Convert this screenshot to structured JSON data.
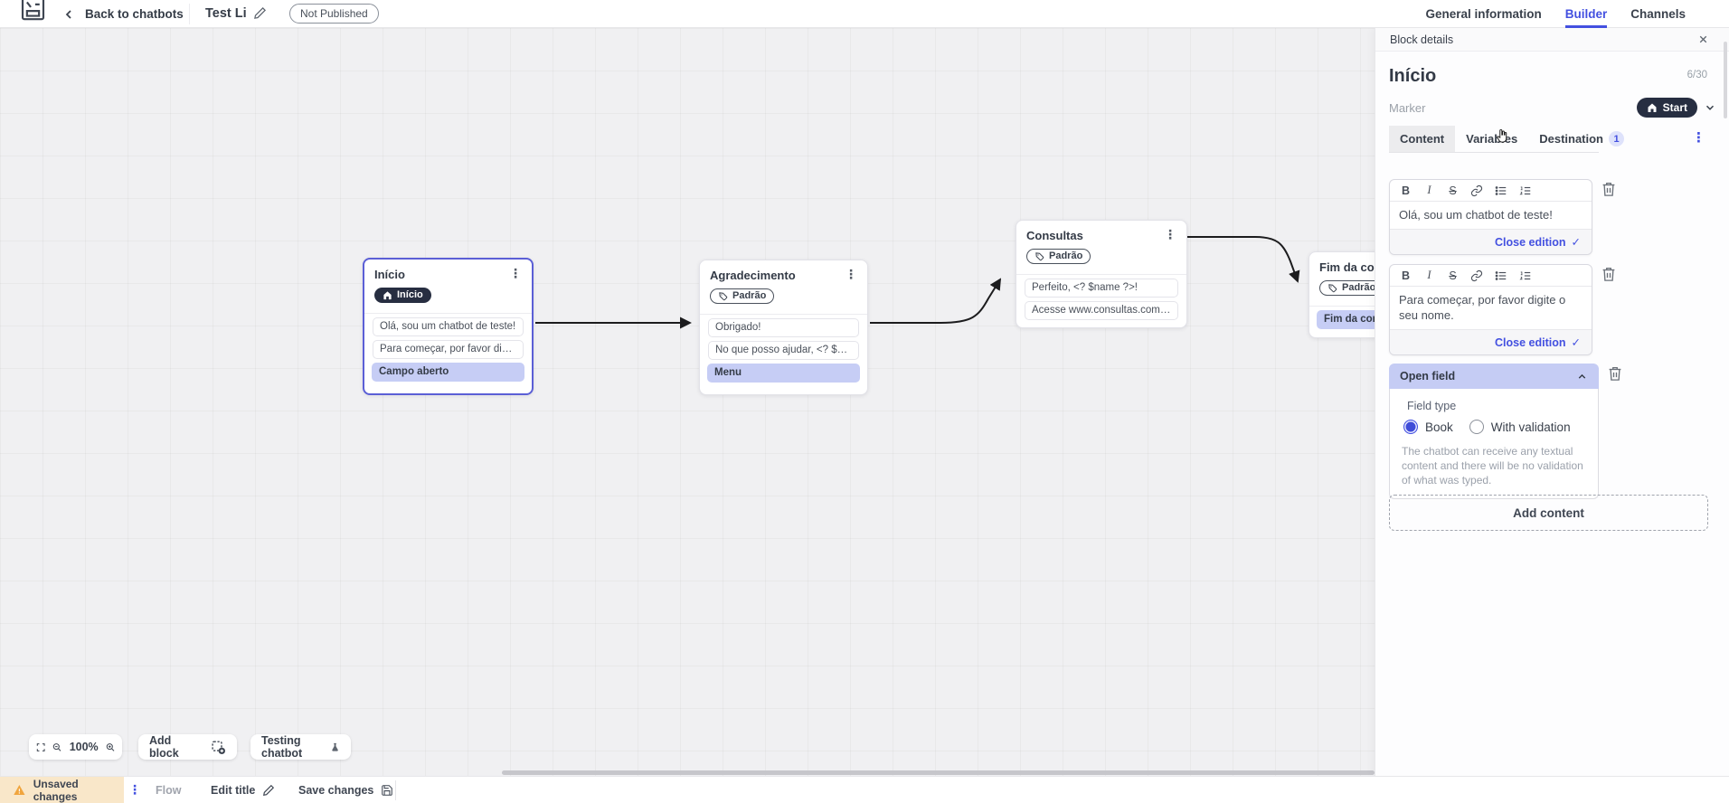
{
  "header": {
    "back_label": "Back to chatbots",
    "title": "Test Li",
    "status_badge": "Not Published",
    "tabs": [
      {
        "label": "General information"
      },
      {
        "label": "Builder"
      },
      {
        "label": "Channels"
      }
    ]
  },
  "panel": {
    "header_title": "Block details",
    "block_name": "Início",
    "char_counter": "6/30",
    "marker_label": "Marker",
    "marker_value": "Start",
    "tabs": [
      {
        "label": "Content"
      },
      {
        "label": "Variables"
      },
      {
        "label": "Destination",
        "badge": "1"
      }
    ],
    "toolbar": {
      "bold": "B",
      "italic": "I",
      "strikethrough": "S"
    },
    "editors": [
      {
        "text": "Olá, sou um chatbot de teste!",
        "close_label": "Close edition"
      },
      {
        "text": "Para começar, por favor digite o seu nome.",
        "close_label": "Close edition"
      }
    ],
    "open_field": {
      "title": "Open field",
      "field_type_label": "Field type",
      "options": [
        {
          "label": "Book",
          "selected": true
        },
        {
          "label": "With validation",
          "selected": false
        }
      ],
      "helper_text": "The chatbot can receive any textual content and there will be no validation of what was typed."
    },
    "add_content_label": "Add content"
  },
  "canvas": {
    "blocks": [
      {
        "title": "Início",
        "marker": "Início",
        "items": [
          {
            "text": "Olá, sou um chatbot de teste!"
          },
          {
            "text": "Para começar, por favor digite o ..."
          },
          {
            "text": "Campo aberto",
            "highlight": true
          }
        ]
      },
      {
        "title": "Agradecimento",
        "marker": "Padrão",
        "items": [
          {
            "text": "Obrigado!"
          },
          {
            "text": "No que posso ajudar, <? $name ..."
          },
          {
            "text": "Menu",
            "highlight": true
          }
        ]
      },
      {
        "title": "Consultas",
        "marker": "Padrão",
        "items": [
          {
            "text": "Perfeito, <? $name ?>!"
          },
          {
            "text": "Acesse www.consultas.com par..."
          }
        ]
      },
      {
        "title": "Fim da conversa",
        "marker": "Padrão",
        "items": [
          {
            "text": "Fim da conversa",
            "highlight": true
          }
        ]
      }
    ],
    "controls": {
      "zoom_level": "100%",
      "add_block_label": "Add block",
      "testing_label": "Testing chatbot"
    }
  },
  "footer": {
    "unsaved_label": "Unsaved changes",
    "flow_label": "Flow",
    "edit_title_label": "Edit title",
    "save_label": "Save changes"
  },
  "icons": {
    "check": "✓",
    "kebab": "⋮",
    "close": "✕"
  },
  "colors": {
    "accent": "#4350e0",
    "marker_pill": "#272e41",
    "item_highlight": "#c6cdf5",
    "selected_block_border": "#5b5fd6",
    "unsaved_bg": "#f9e7c9",
    "warning": "#f0a53e"
  }
}
